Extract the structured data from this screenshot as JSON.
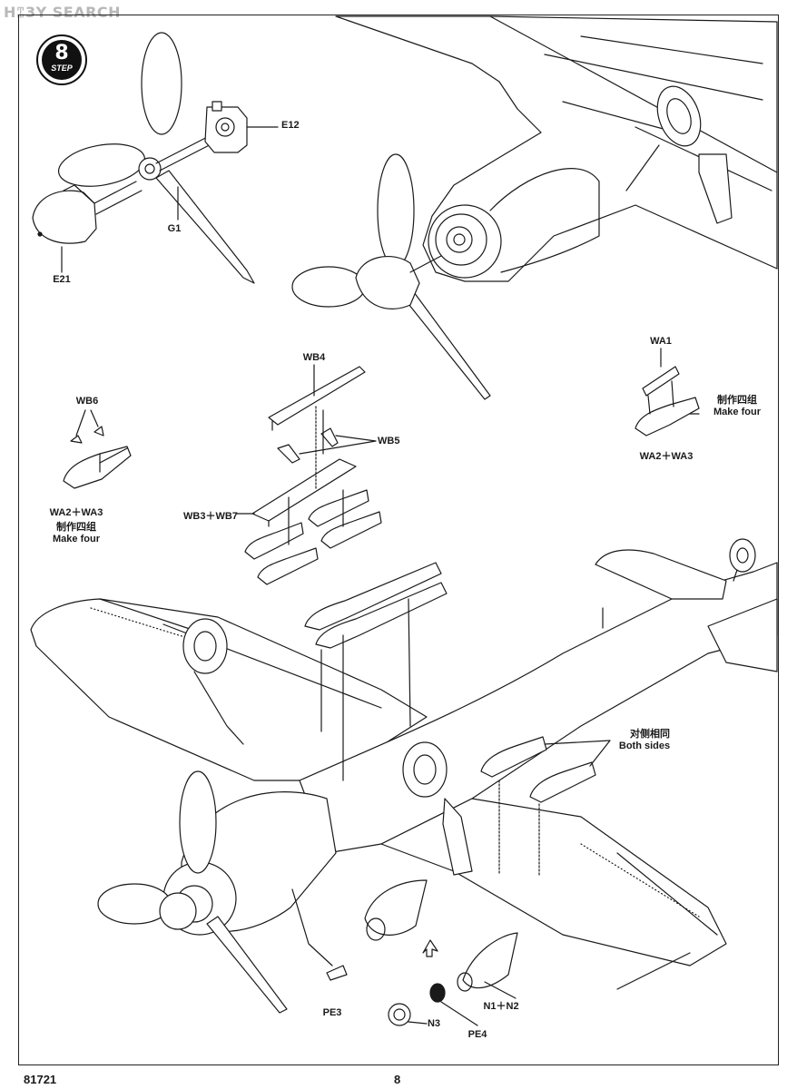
{
  "watermark": "H⑄3Y SEARCH",
  "step": {
    "number": "8",
    "word": "STEP"
  },
  "parts": {
    "e12": "E12",
    "g1": "G1",
    "e21": "E21",
    "wb4": "WB4",
    "wb5": "WB5",
    "wb6": "WB6",
    "wb3_wb7": "WB3＋WB7",
    "wa1": "WA1",
    "wa2_wa3_left": "WA2＋WA3",
    "wa2_wa3_right": "WA2＋WA3",
    "pe3": "PE3",
    "pe4": "PE4",
    "n3": "N3",
    "n1_n2": "N1＋N2"
  },
  "notes": {
    "make_four_cn_left": "制作四组",
    "make_four_en_left": "Make four",
    "make_four_cn_right": "制作四组",
    "make_four_en_right": "Make four",
    "both_sides_cn": "对侧相同",
    "both_sides_en": "Both sides"
  },
  "footer": {
    "kit_number": "81721",
    "page_number": "8"
  }
}
